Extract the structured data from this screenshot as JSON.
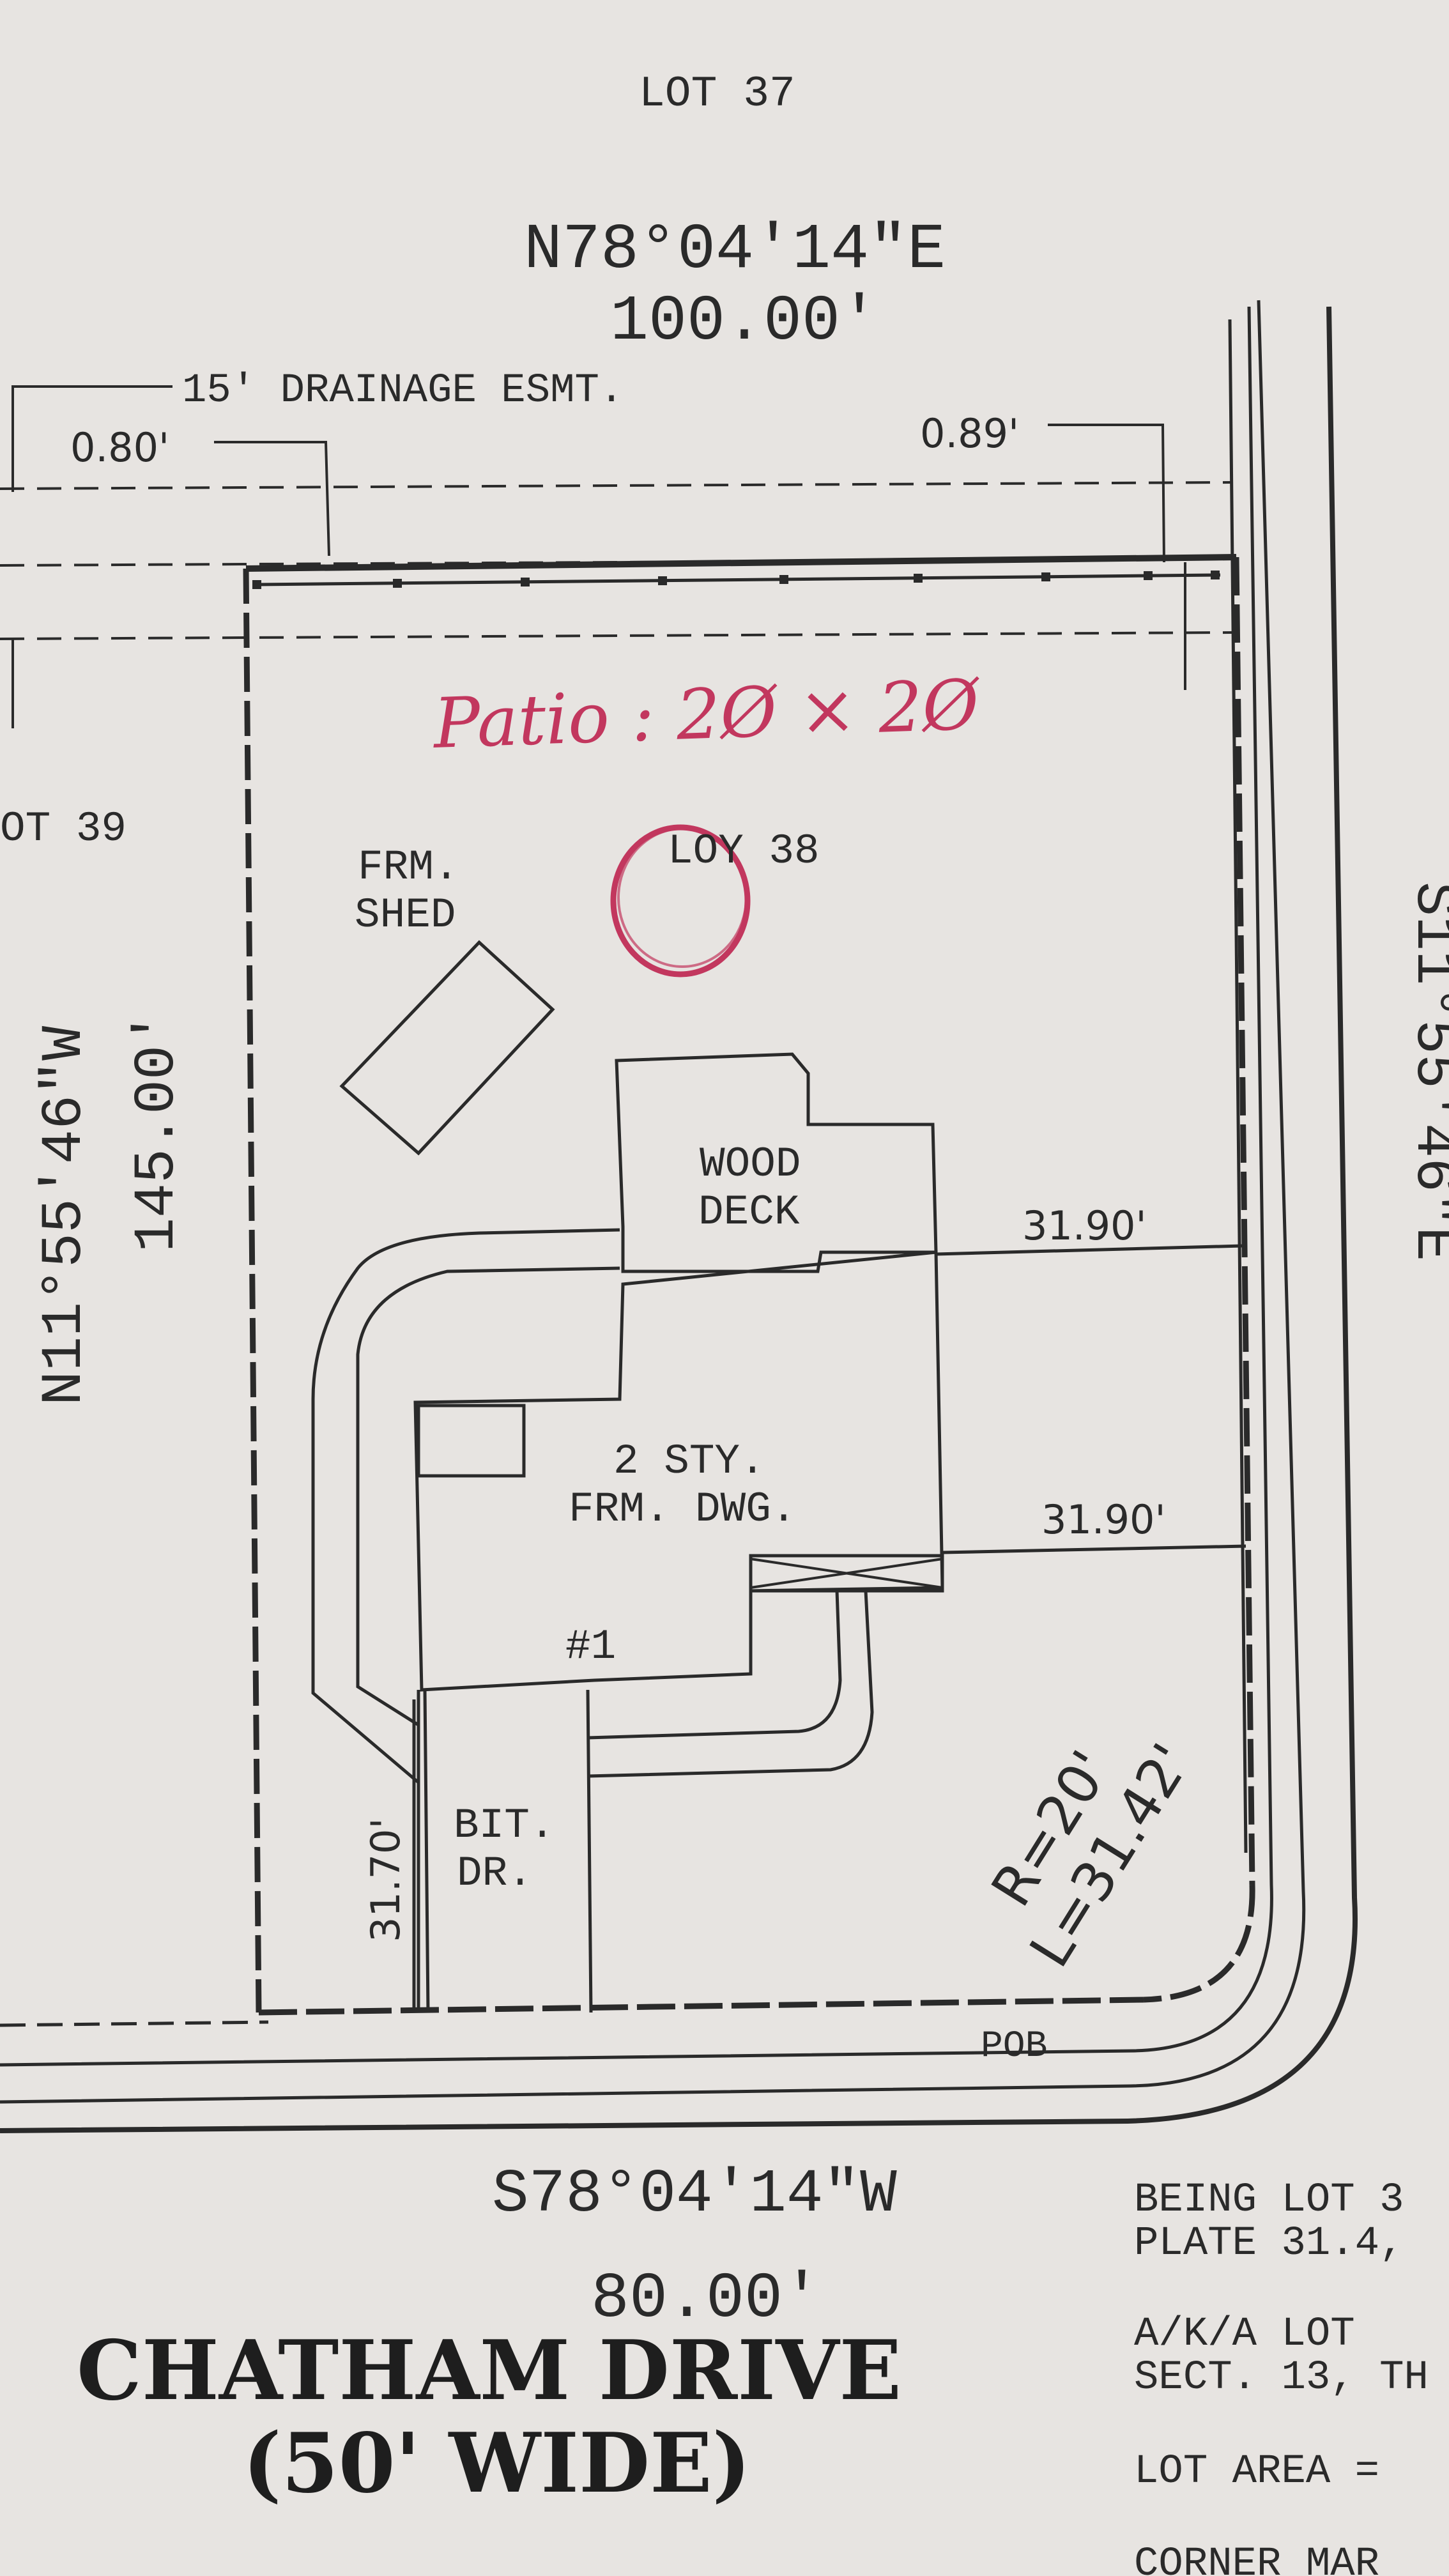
{
  "labels": {
    "lot_37": "LOT 37",
    "lot_39": "OT 39",
    "lot_38": "LOY 38",
    "north_bearing": "N78°04'14\"E",
    "north_distance": "100.00'",
    "drainage_easement": "15' DRAINAGE ESMT.",
    "offset_left": "0.80'",
    "offset_right": "0.89'",
    "west_bearing": "N11°55'46\"W",
    "west_distance": "145.00'",
    "east_bearing": "S11°55'46\"E",
    "shed_line1": "FRM.",
    "shed_line2": "SHED",
    "deck_line1": "WOOD",
    "deck_line2": "DECK",
    "dwelling_line1": "2 STY.",
    "dwelling_line2": "FRM. DWG.",
    "house_number": "#1",
    "setback_upper": "31.90'",
    "setback_lower": "31.90'",
    "setback_front": "31.70'",
    "driveway_line1": "BIT.",
    "driveway_line2": "DR.",
    "curve_radius": "R=20'",
    "curve_length": "L=31.42'",
    "pob": "POB",
    "south_bearing": "S78°04'14\"W",
    "south_distance": "80.00'",
    "street_name": "CHATHAM DRIVE",
    "street_width": "(50' WIDE)"
  },
  "annotation": {
    "handwritten_note": "Patio : 2Ø × 2Ø",
    "color": "#c2375e"
  },
  "legal_text": {
    "line1": "BEING LOT 3",
    "line2": "PLATE 31.4, ",
    "line3": "A/K/A LOT ",
    "line4": "SECT. 13, TH",
    "line5": "LOT AREA = ",
    "line6": "CORNER MAR"
  }
}
